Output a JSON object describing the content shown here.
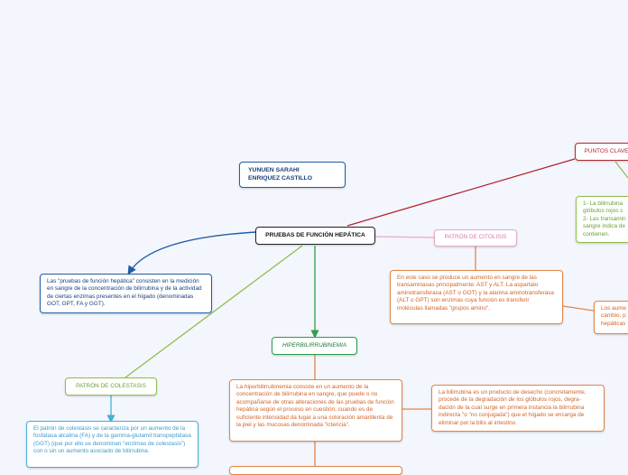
{
  "author": "YUNUEN SARAHI\nENRIQUEZ CASTILLO",
  "central": {
    "label": "PRUEBAS DE FUNCIÓN HEPÁTICA"
  },
  "intro": {
    "text": "Las \"pruebas de función hepática\" consisten en la medición en sangre de la concentración de bilirrubina y de la actividad de ciertas enzimas presentes en el hígado (denominadas GOT, GPT, FA y GGT)."
  },
  "puntos_clave": {
    "label": "PUNTOS CLAVE",
    "text": "1- La bilirrubina\nglóbulos rojos c\n2- Las transamin\nsangre indica de\ncontienen."
  },
  "citolisis": {
    "label": "PATRÓN DE CITOLISIS",
    "text": "En este caso se produce un aumento en sangre de las transaminasas principalmente: AST y ALT. La aspartato aminotransferasa (AST o GOT) y la alanina aminotransferasa (ALT o GPT) son enzimas cuya función es transferir moléculas llamadas \"grupos amino\".",
    "side_text": "Los aume\ncambio, p\nhepáticas"
  },
  "hiperbilirrubinemia": {
    "label": "HIPERBILIRRUBINEMIA",
    "text": "La hiperbilirrubinemia consiste en un aumento de la concentración de bilirrubina en sangre, que puede o no acompañarse de otras alteraciones de las pruebas de función hepática según el proceso en cuestión; cuando es de suficiente intensidad da lugar a una coloración amarillenta de la piel y las mucosas denominada \"ictericia\".",
    "side_text": "La bilirrubina es un producto de desecho (concretamente, procede de la degradación de los glóbulos rojos, degra-dación de la cual surge en primera instancia la bilirrubina indirecta \"o \"no conjugada\") que el hígado se encarga de eliminar por la bilis al intestino."
  },
  "colestasis": {
    "label": "PATRÓN DE COLESTASIS",
    "text": "El patrón de colestasis se caracteriza por un aumento de la fosfatasa alcalina (FA) y de la gamma-glutamil transpeptidasa (GGT) (que por ello se denominan \"enzimas de colestasis\") con o sin un aumento asociado de bilirrubina."
  },
  "colors": {
    "blue": "#1f5fa8",
    "dark": "#222222",
    "red": "#b3262f",
    "green": "#2e9e4c",
    "orange": "#e0864a",
    "pink": "#e9a9c7",
    "lime": "#8cc04b",
    "cyan": "#47b0d6"
  }
}
